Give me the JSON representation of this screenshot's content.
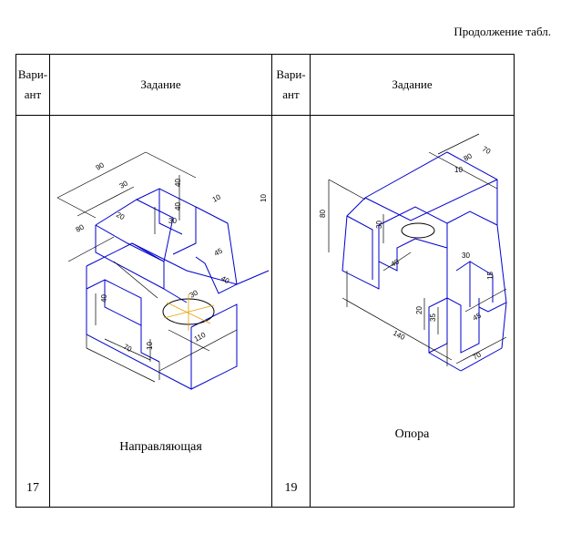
{
  "caption": "Продолжение табл.",
  "table": {
    "variant_header": [
      "Вари-",
      "ант"
    ],
    "task_header": "Задание",
    "rows": [
      {
        "left": {
          "variant": "17",
          "name": "Направляющая"
        },
        "right": {
          "variant": "19",
          "name": "Опора"
        }
      }
    ]
  },
  "drawings": {
    "left_dims": [
      "90",
      "30",
      "40",
      "40",
      "20",
      "30",
      "10",
      "80",
      "10",
      "45",
      "40",
      "40",
      "70",
      "10",
      "110",
      "30"
    ],
    "right_dims": [
      "70",
      "80",
      "10",
      "80",
      "30",
      "40",
      "30",
      "20",
      "35",
      "45",
      "140",
      "70",
      "15"
    ]
  },
  "colors": {
    "outline": "#0000cc",
    "dimension": "#000000",
    "axis": "#e6a000"
  }
}
